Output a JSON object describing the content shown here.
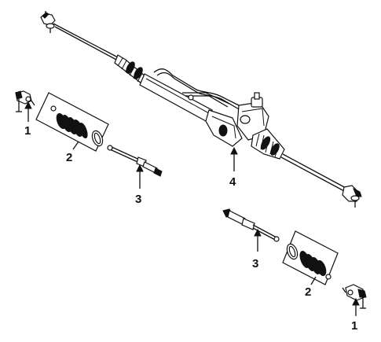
{
  "diagram": {
    "callouts": {
      "left_tie_rod_end": "1",
      "left_boot_kit": "2",
      "left_inner_tie_rod": "3",
      "rack_and_pinion_gear": "4",
      "right_inner_tie_rod": "3",
      "right_boot_kit": "2",
      "right_tie_rod_end": "1"
    }
  }
}
